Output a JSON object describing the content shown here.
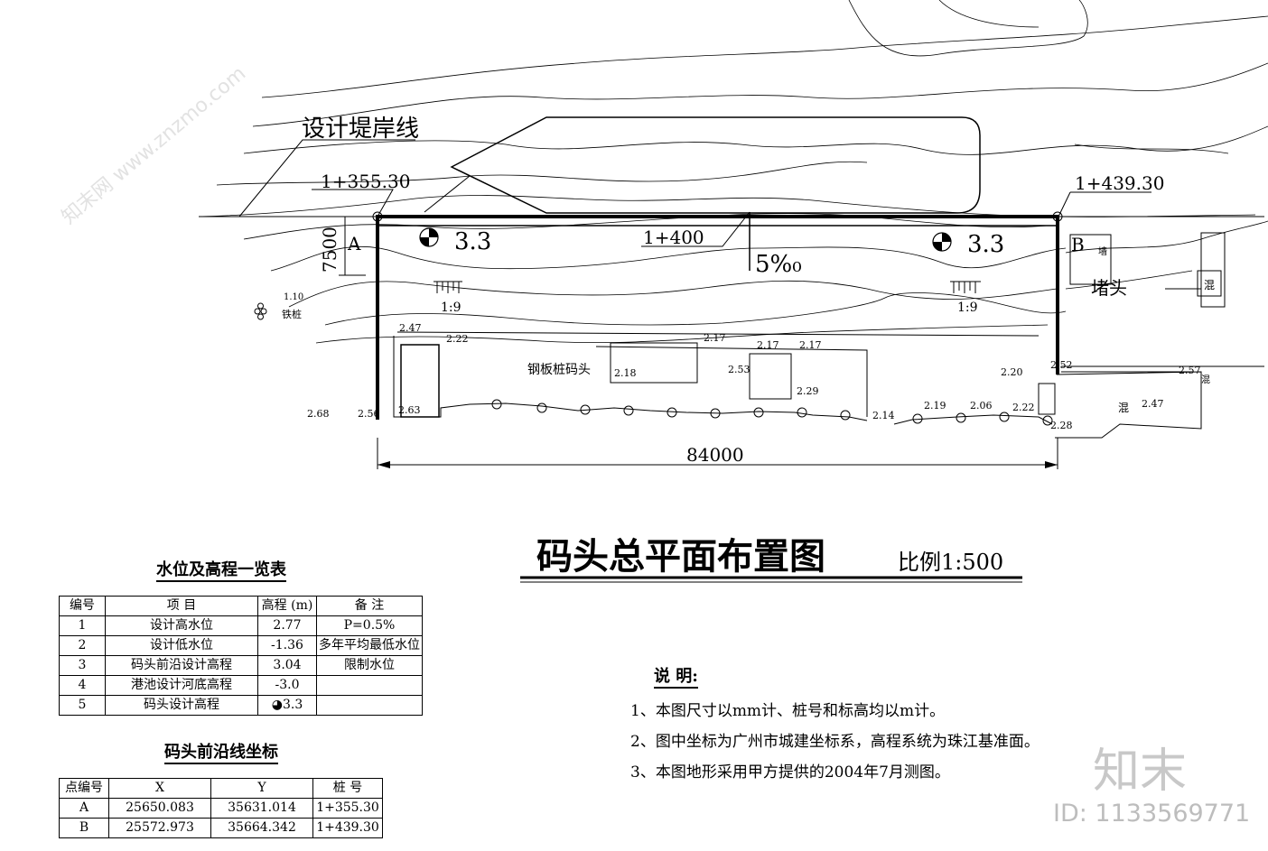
{
  "title": "码头总平面布置图",
  "scale": "比例1:500",
  "labels": {
    "design_bank_line": "设计堤岸线",
    "station_start": "1+355.30",
    "station_end": "1+439.30",
    "station_mid": "1+400",
    "point_a": "A",
    "point_b": "B",
    "elev_left": "3.3",
    "elev_right": "3.3",
    "slope": "5%₀",
    "width_dim": "7500",
    "length_dim": "84000",
    "ratio_left": "1:9",
    "ratio_right": "1:9",
    "iron_pile": "铁桩",
    "steel_wharf": "钢板桩码头",
    "head": "堵头",
    "wall": "墙",
    "mix": "混",
    "mix2": "混",
    "mix3": "混",
    "v110": "1.10"
  },
  "spot_elevations": [
    "2.22",
    "2.47",
    "2.17",
    "2.17",
    "2.17",
    "2.18",
    "2.53",
    "2.29",
    "2.20",
    "2.52",
    "2.47",
    "2.57",
    "2.68",
    "2.56",
    "2.63",
    "2.14",
    "2.19",
    "2.06",
    "2.22",
    "2.28"
  ],
  "water_table": {
    "title": "水位及高程一览表",
    "headers": [
      "编号",
      "项 目",
      "高程 (m)",
      "备 注"
    ],
    "rows": [
      [
        "1",
        "设计高水位",
        "2.77",
        "P=0.5%"
      ],
      [
        "2",
        "设计低水位",
        "-1.36",
        "多年平均最低水位"
      ],
      [
        "3",
        "码头前沿设计高程",
        "3.04",
        "限制水位"
      ],
      [
        "4",
        "港池设计河底高程",
        "-3.0",
        ""
      ],
      [
        "5",
        "码头设计高程",
        "◕3.3",
        ""
      ]
    ]
  },
  "coord_table": {
    "title": "码头前沿线坐标",
    "headers": [
      "点编号",
      "X",
      "Y",
      "桩 号"
    ],
    "rows": [
      [
        "A",
        "25650.083",
        "35631.014",
        "1+355.30"
      ],
      [
        "B",
        "25572.973",
        "35664.342",
        "1+439.30"
      ]
    ]
  },
  "notes": {
    "heading": "说 明:",
    "items": [
      "1、本图尺寸以mm计、桩号和标高均以m计。",
      "2、图中坐标为广州市城建坐标系，高程系统为珠江基准面。",
      "3、本图地形采用甲方提供的2004年7月测图。"
    ]
  },
  "watermark": {
    "brand": "知末",
    "id": "ID: 1133569771",
    "site": "知末网 www.znzmo.com"
  }
}
